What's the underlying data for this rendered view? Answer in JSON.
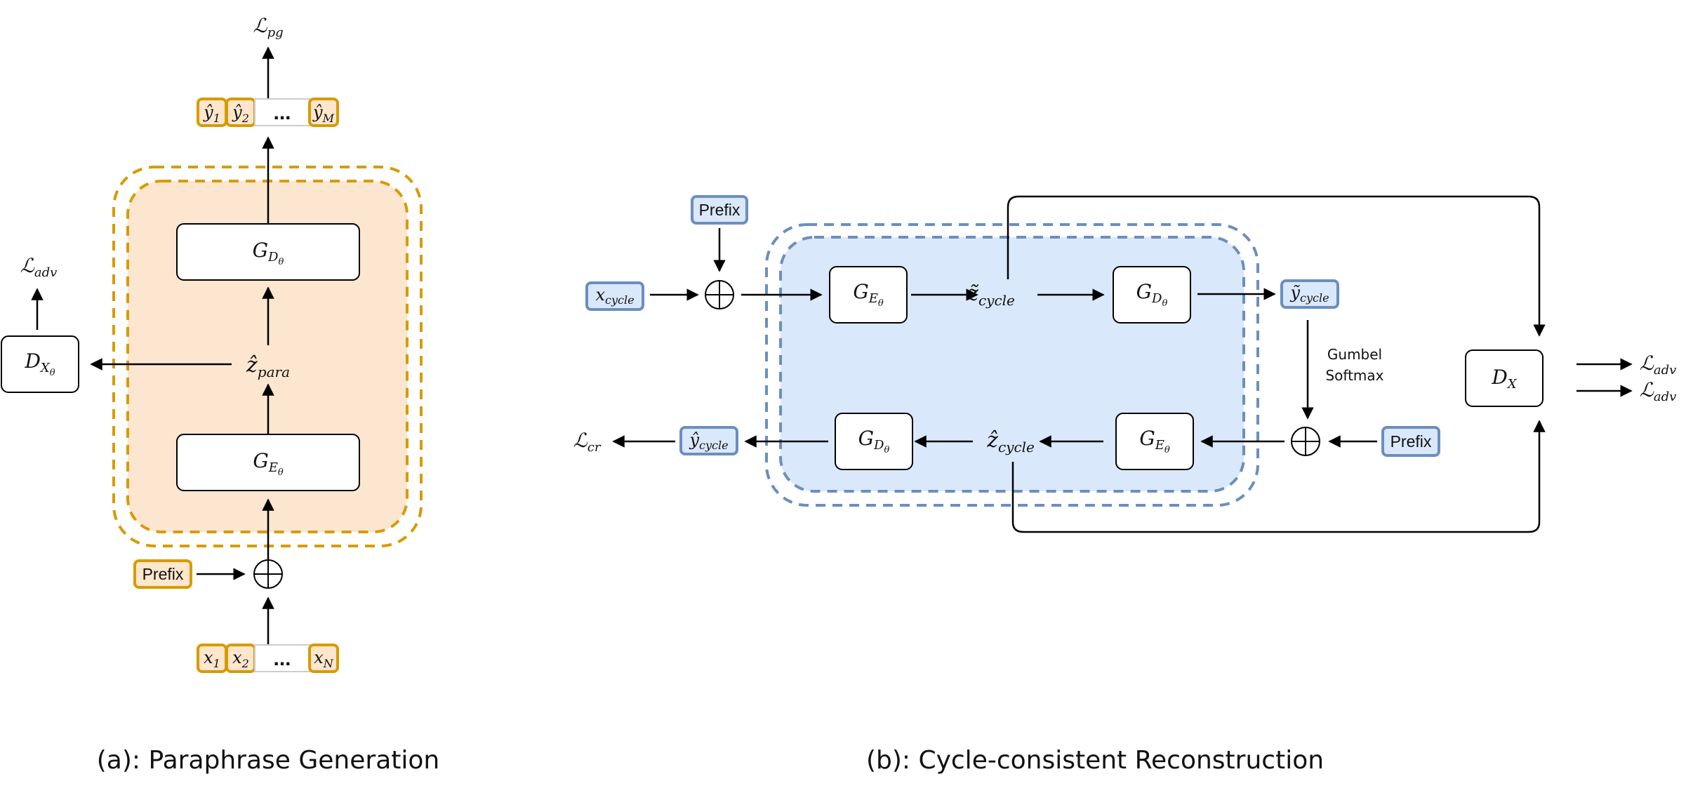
{
  "colors": {
    "orange_fill": "#FDE6CF",
    "orange_stroke": "#D79B00",
    "orange_token_fill": "#FFE6CC",
    "blue_fill": "#DAE8FC",
    "blue_stroke": "#6C8EBF",
    "line": "#000000"
  },
  "panel_a": {
    "caption": "(a): Paraphrase Generation",
    "loss_pg": "ℒ",
    "loss_pg_sub": "pg",
    "loss_adv": "ℒ",
    "loss_adv_sub": "adv",
    "outputs": [
      {
        "base": "ŷ",
        "sub": "1"
      },
      {
        "base": "ŷ",
        "sub": "2"
      },
      {
        "base": "ŷ",
        "sub": "M"
      }
    ],
    "outputs_ellipsis": "...",
    "decoder": {
      "base": "G",
      "sub": "D",
      "subsub": "θ"
    },
    "latent": {
      "base": "ẑ",
      "sub": "para"
    },
    "encoder": {
      "base": "G",
      "sub": "E",
      "subsub": "θ"
    },
    "discriminator": {
      "base": "D",
      "sub": "X",
      "subsub": "θ"
    },
    "prefix": "Prefix",
    "inputs": [
      {
        "base": "x",
        "sub": "1"
      },
      {
        "base": "x",
        "sub": "2"
      },
      {
        "base": "x",
        "sub": "N"
      }
    ],
    "inputs_ellipsis": "..."
  },
  "panel_b": {
    "caption": "(b): Cycle-consistent Reconstruction",
    "prefix_top": "Prefix",
    "prefix_bottom": "Prefix",
    "x_cycle": {
      "base": "x",
      "sub": "cycle"
    },
    "encoder_top": {
      "base": "G",
      "sub": "E",
      "subsub": "θ"
    },
    "z_tilde": {
      "base": "z̃",
      "sub": "cycle"
    },
    "decoder_top": {
      "base": "G",
      "sub": "D",
      "subsub": "θ"
    },
    "y_tilde": {
      "base": "ỹ",
      "sub": "cycle"
    },
    "gumbel_line1": "Gumbel",
    "gumbel_line2": "Softmax",
    "encoder_bottom": {
      "base": "G",
      "sub": "E",
      "subsub": "θ"
    },
    "z_hat": {
      "base": "ẑ",
      "sub": "cycle"
    },
    "decoder_bottom": {
      "base": "G",
      "sub": "D",
      "subsub": "θ"
    },
    "y_hat": {
      "base": "ŷ",
      "sub": "cycle"
    },
    "loss_cr": "ℒ",
    "loss_cr_sub": "cr",
    "discriminator": {
      "base": "D",
      "sub": "X"
    },
    "loss_adv_1": "ℒ",
    "loss_adv_1_sub": "adv",
    "loss_adv_2": "ℒ",
    "loss_adv_2_sub": "adv"
  }
}
